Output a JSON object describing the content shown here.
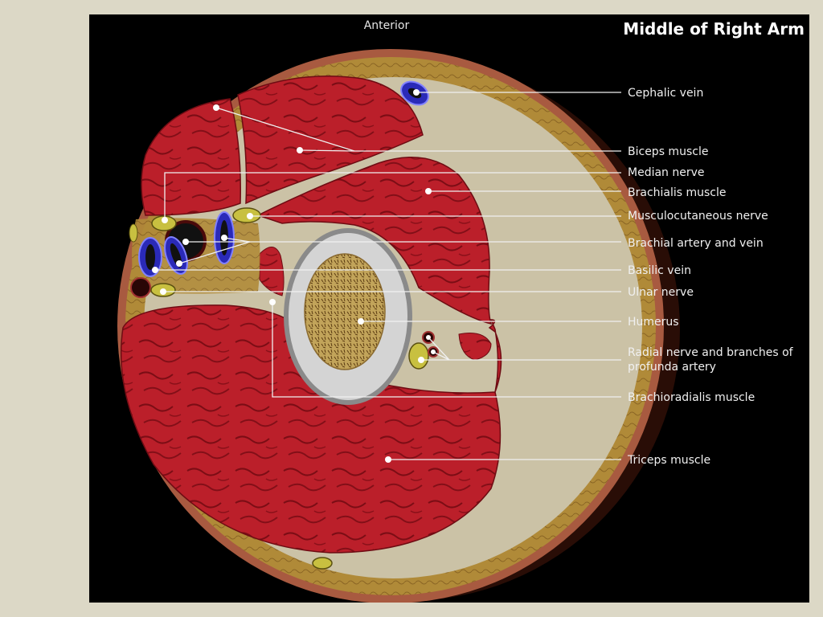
{
  "diagram": {
    "title": "Middle of Right Arm",
    "orientation_label": "Anterior",
    "labels": [
      {
        "key": "cephalic",
        "text": "Cephalic vein"
      },
      {
        "key": "biceps",
        "text": "Biceps muscle"
      },
      {
        "key": "median",
        "text": "Median nerve"
      },
      {
        "key": "brachialis",
        "text": "Brachialis muscle"
      },
      {
        "key": "musculocutaneous",
        "text": "Musculocutaneous nerve"
      },
      {
        "key": "brachial",
        "text": "Brachial artery and vein"
      },
      {
        "key": "basilic",
        "text": "Basilic vein"
      },
      {
        "key": "ulnar",
        "text": "Ulnar nerve"
      },
      {
        "key": "humerus",
        "text": "Humerus"
      },
      {
        "key": "radial",
        "text": "Radial nerve and branches of profunda artery"
      },
      {
        "key": "brachioradialis",
        "text": "Brachioradialis muscle"
      },
      {
        "key": "triceps",
        "text": "Triceps muscle"
      }
    ]
  },
  "colors": {
    "muscle": "#b8202a",
    "fat": "#b08a38",
    "skin": "#a85a40",
    "fascia": "#c8c0a8",
    "bone_cortex": "#cfcfcf",
    "marrow": "#b89a55",
    "vein": "#3030c0",
    "nerve": "#c8c040",
    "label_text": "#f0f0f0",
    "background": "#000000"
  }
}
